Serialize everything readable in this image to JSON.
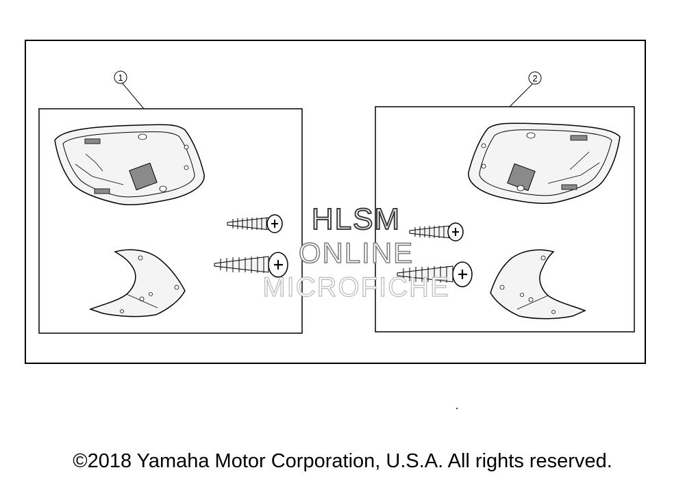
{
  "callouts": {
    "one": "1",
    "two": "2"
  },
  "watermark": {
    "line1": "HLSM",
    "line2": "ONLINE",
    "line3": "MICROFICHE"
  },
  "footer": {
    "copyright": "©2018 Yamaha Motor Corporation, U.S.A. All rights reserved."
  },
  "colors": {
    "line": "#000000",
    "part_fill": "#f4f4f4",
    "pad_fill": "#8a8a8a"
  }
}
